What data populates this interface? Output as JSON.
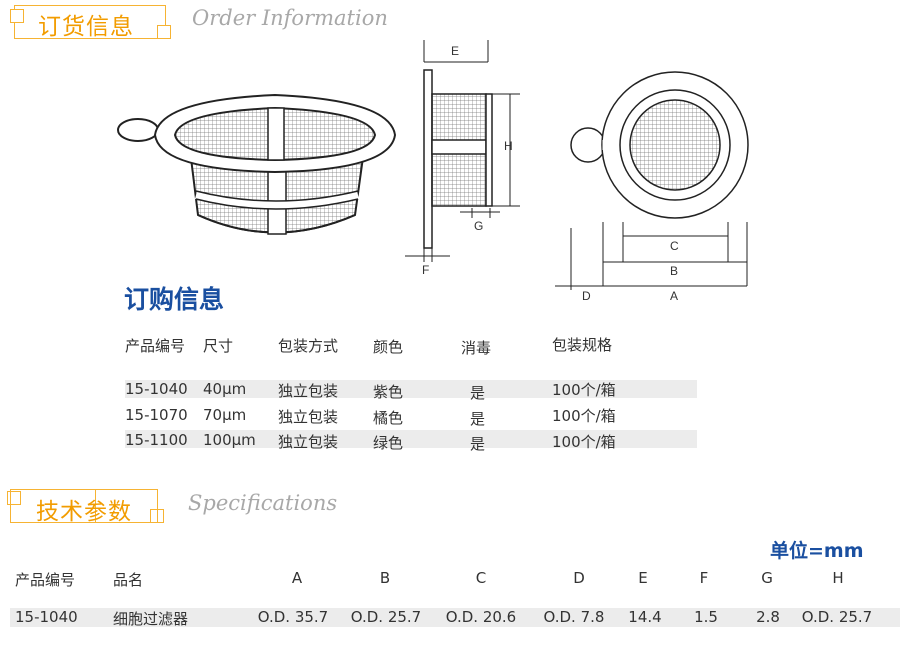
{
  "order_section": {
    "title": "订货信息",
    "subtitle": "Order Information"
  },
  "diagram": {
    "labels": {
      "E": "E",
      "H": "H",
      "G": "G",
      "F": "F",
      "C": "C",
      "B": "B",
      "D": "D",
      "A": "A"
    }
  },
  "purchase": {
    "title": "订购信息",
    "headers": [
      "产品编号",
      "尺寸",
      "包装方式",
      "颜色",
      "消毒",
      "包装规格"
    ],
    "rows": [
      [
        "15-1040",
        "40μm",
        "独立包装",
        "紫色",
        "是",
        "100个/箱"
      ],
      [
        "15-1070",
        "70μm",
        "独立包装",
        "橘色",
        "是",
        "100个/箱"
      ],
      [
        "15-1100",
        "100μm",
        "独立包装",
        "绿色",
        "是",
        "100个/箱"
      ]
    ]
  },
  "spec_section": {
    "title": "技术参数",
    "subtitle": "Specifications",
    "unit": "单位=mm"
  },
  "specs": {
    "headers": [
      "产品编号",
      "品名",
      "A",
      "B",
      "C",
      "D",
      "E",
      "F",
      "G",
      "H"
    ],
    "rows": [
      [
        "15-1040",
        "细胞过滤器",
        "O.D. 35.7",
        "O.D. 25.7",
        "O.D. 20.6",
        "O.D. 7.8",
        "14.4",
        "1.5",
        "2.8",
        "O.D. 25.7"
      ]
    ]
  },
  "colors": {
    "accent": "#f29c00",
    "border": "#f6b333",
    "blue": "#1a4fa0"
  }
}
